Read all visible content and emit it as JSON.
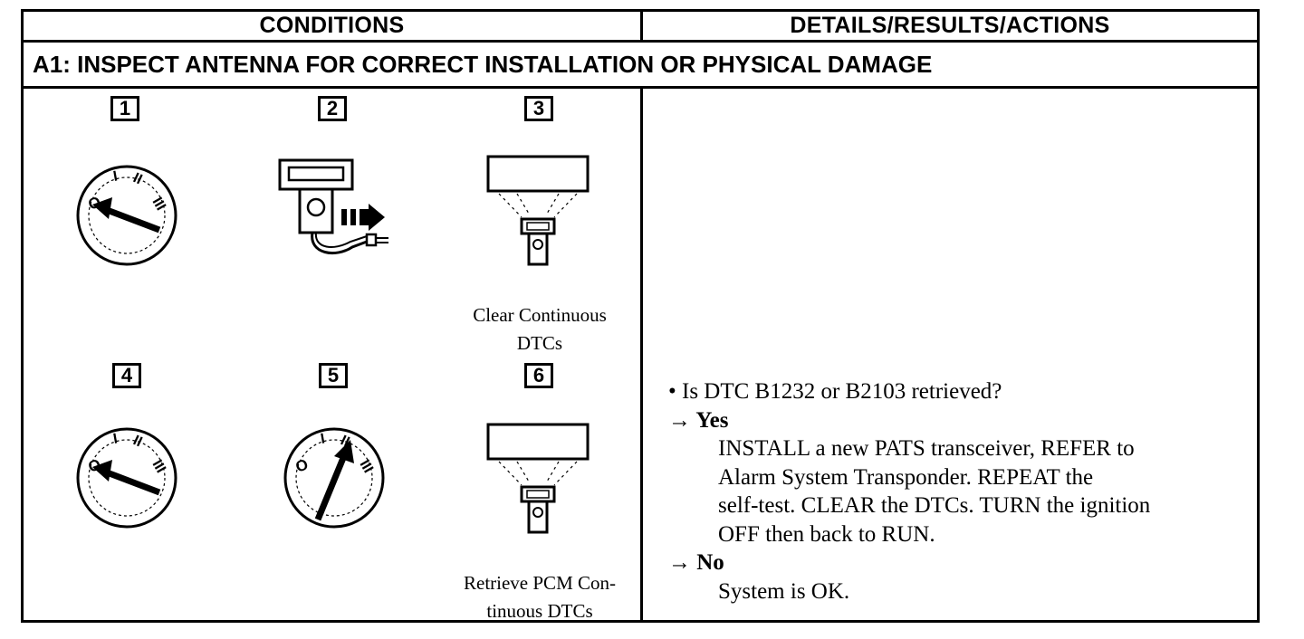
{
  "table": {
    "headers": {
      "conditions": "CONDITIONS",
      "details": "DETAILS/RESULTS/ACTIONS"
    },
    "test_step_title": "A1: INSPECT ANTENNA FOR CORRECT INSTALLATION OR PHYSICAL DAMAGE"
  },
  "steps": [
    {
      "number": "1",
      "icon": "ignition-switch-off-icon",
      "caption": ""
    },
    {
      "number": "2",
      "icon": "disconnect-connector-icon",
      "caption": ""
    },
    {
      "number": "3",
      "icon": "scan-tool-icon",
      "caption_line1": "Clear Continuous",
      "caption_line2": "DTCs"
    },
    {
      "number": "4",
      "icon": "ignition-switch-off-icon",
      "caption": ""
    },
    {
      "number": "5",
      "icon": "ignition-switch-run-icon",
      "caption": ""
    },
    {
      "number": "6",
      "icon": "scan-tool-icon",
      "caption_line1": "Retrieve PCM Con-",
      "caption_line2": "tinuous DTCs"
    }
  ],
  "details": {
    "question": "• Is DTC B1232 or B2103 retrieved?",
    "yes_label": "→ Yes",
    "yes_lines": [
      "INSTALL a new PATS transceiver, REFER to",
      "Alarm System Transponder. REPEAT the",
      "self-test. CLEAR the DTCs. TURN the ignition",
      "OFF then back to RUN."
    ],
    "no_label": "→ No",
    "no_line": "System is OK."
  }
}
